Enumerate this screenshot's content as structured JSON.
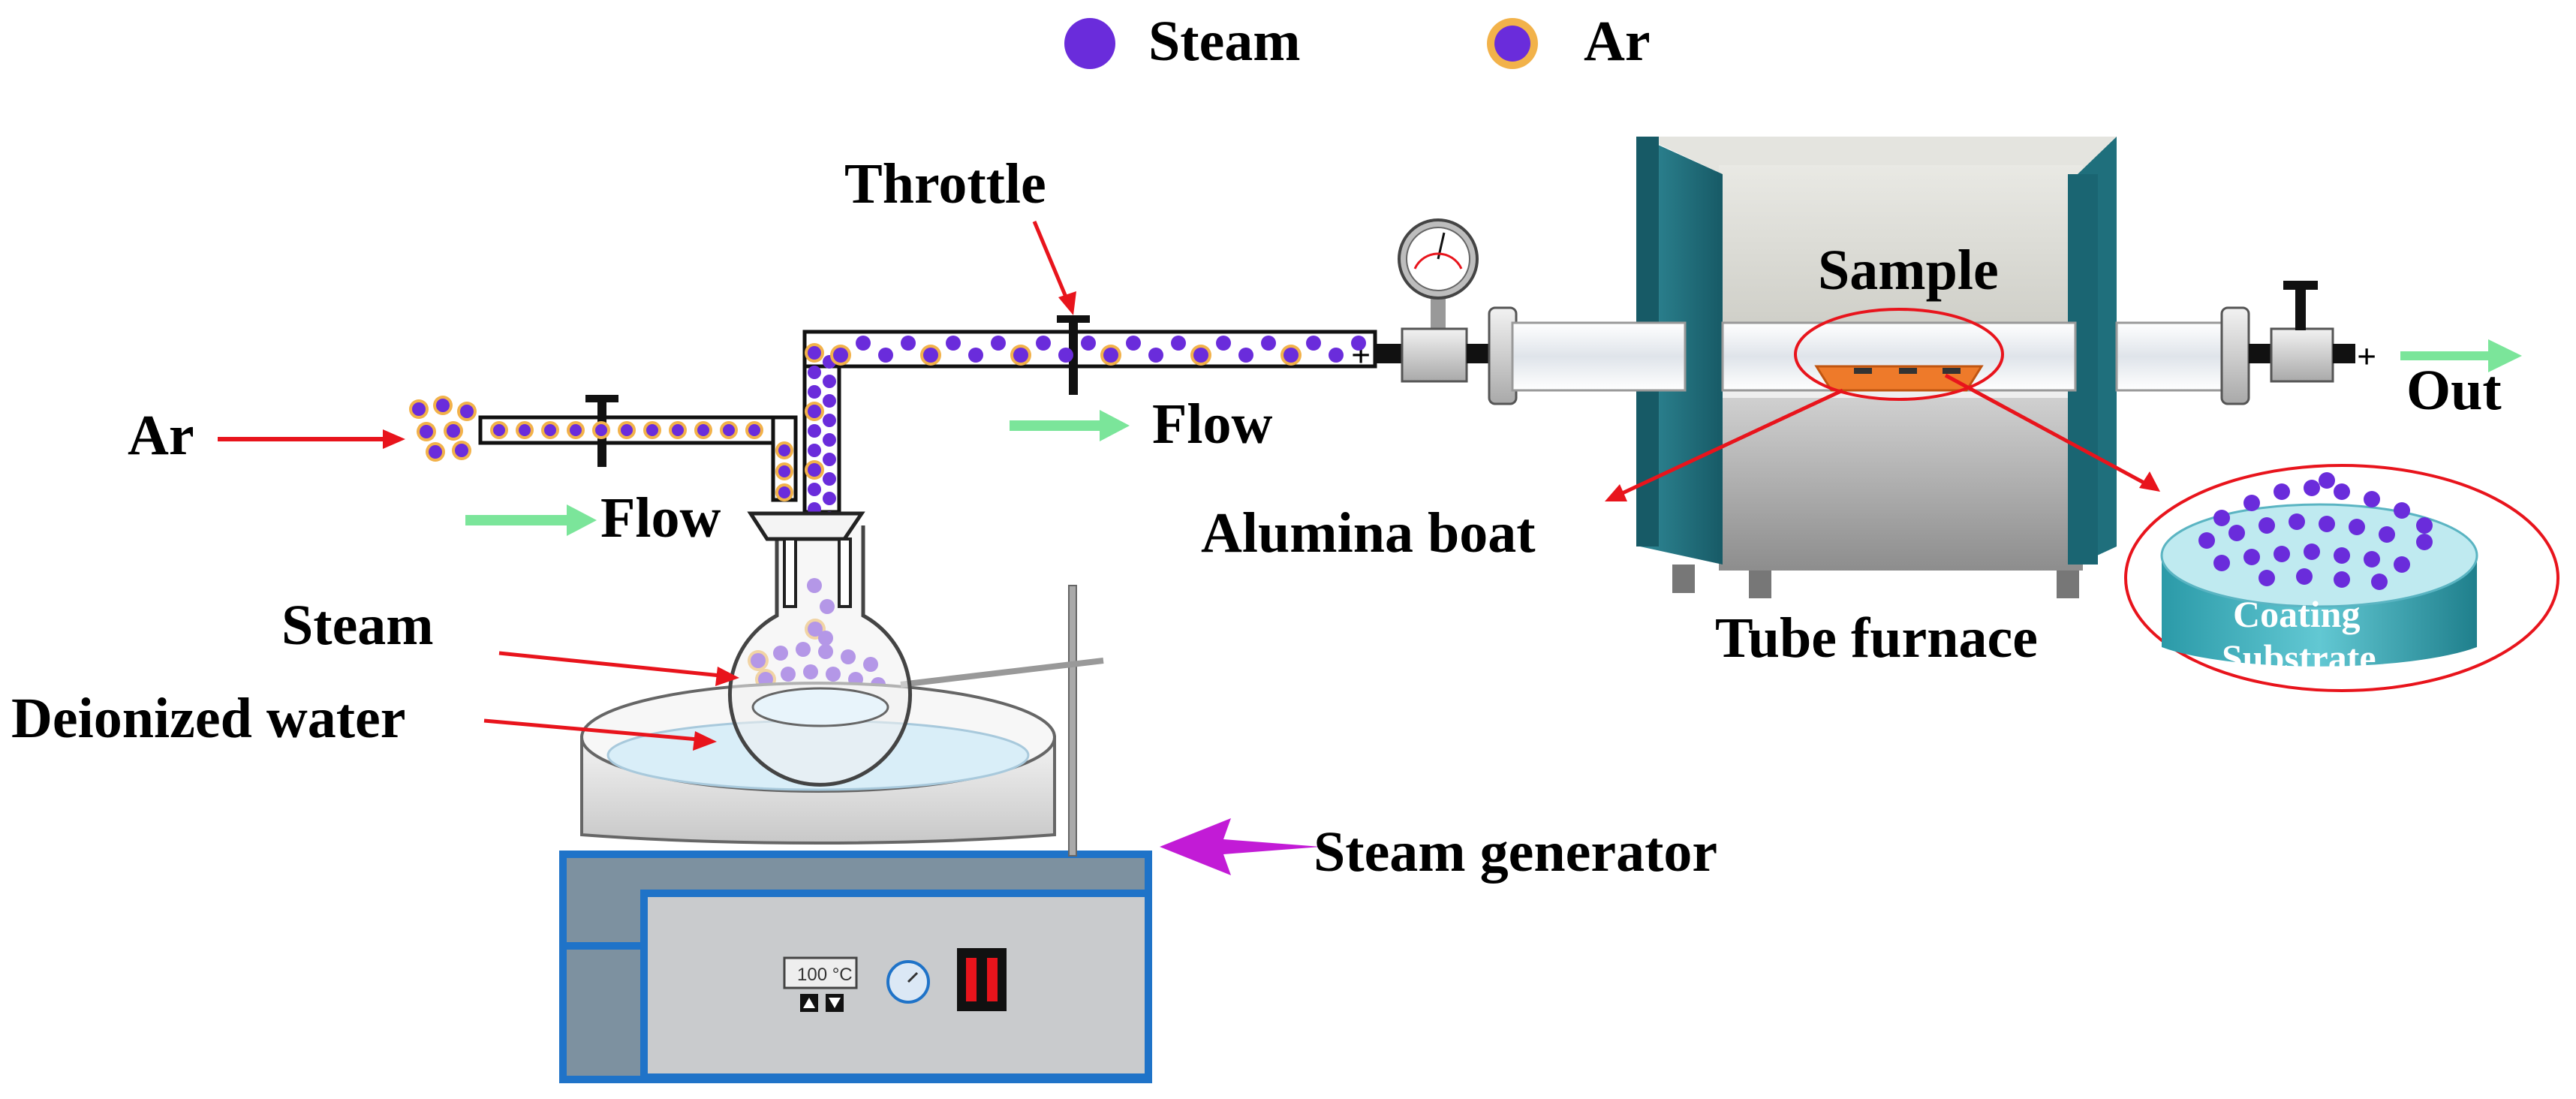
{
  "legend": {
    "steam_label": "Steam",
    "ar_label": "Ar"
  },
  "labels": {
    "throttle": "Throttle",
    "sample": "Sample",
    "out": "Out",
    "ar_inlet": "Ar",
    "flow_left": "Flow",
    "flow_right": "Flow",
    "alumina_boat": "Alumina boat",
    "tube_furnace": "Tube furnace",
    "steam": "Steam",
    "deionized_water": "Deionized water",
    "steam_generator": "Steam generator",
    "coating": "Coating",
    "substrate": "Substrate",
    "temp_display": "100 °C"
  },
  "colors": {
    "steam_particle": "#6a2cdb",
    "ar_ring": "#f2b24a",
    "arrow_red": "#e8141c",
    "arrow_green": "#7be59a",
    "arrow_magenta": "#c21bd6",
    "furnace_teal": "#1f6f7c",
    "generator_blue": "#1f73c8",
    "substrate_cyan": "#3fb8c8"
  }
}
